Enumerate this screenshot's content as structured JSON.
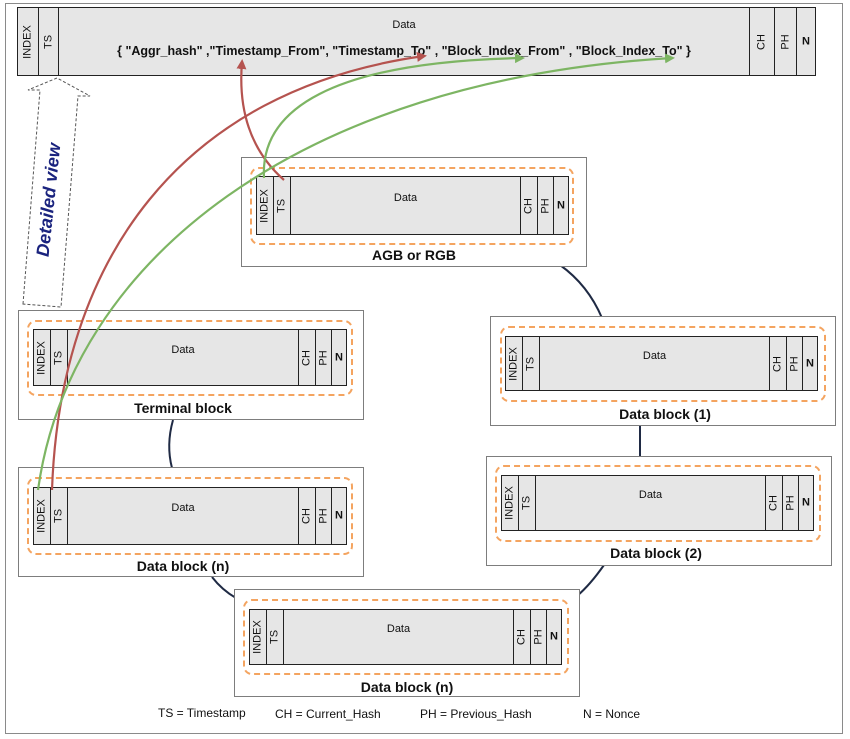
{
  "detailed_record": {
    "index_label": "INDEX",
    "ts_label": "TS",
    "data_label": "Data",
    "fields_text": "{ \"Aggr_hash\"  ,\"Timestamp_From\", \"Timestamp_To\"  , \"Block_Index_From\" , \"Block_Index_To\" }",
    "ch_label": "CH",
    "ph_label": "PH",
    "n_label": "N"
  },
  "detailed_view_label": "Detailed view",
  "blocks": [
    {
      "caption": "AGB or RGB",
      "index": "INDEX",
      "ts": "TS",
      "data": "Data",
      "ch": "CH",
      "ph": "PH",
      "n": "N"
    },
    {
      "caption": "Terminal block",
      "index": "INDEX",
      "ts": "TS",
      "data": "Data",
      "ch": "CH",
      "ph": "PH",
      "n": "N"
    },
    {
      "caption": "Data block (1)",
      "index": "INDEX",
      "ts": "TS",
      "data": "Data",
      "ch": "CH",
      "ph": "PH",
      "n": "N"
    },
    {
      "caption": "Data block (n)",
      "index": "INDEX",
      "ts": "TS",
      "data": "Data",
      "ch": "CH",
      "ph": "PH",
      "n": "N"
    },
    {
      "caption": "Data block (2)",
      "index": "INDEX",
      "ts": "TS",
      "data": "Data",
      "ch": "CH",
      "ph": "PH",
      "n": "N"
    },
    {
      "caption": "Data block (n)",
      "index": "INDEX",
      "ts": "TS",
      "data": "Data",
      "ch": "CH",
      "ph": "PH",
      "n": "N"
    }
  ],
  "legend": {
    "ts": "TS = Timestamp",
    "ch": "CH = Current_Hash",
    "ph": "PH = Previous_Hash",
    "n": "N = Nonce"
  },
  "colors": {
    "red_arrow": "#b5534f",
    "green_arrow": "#7db563",
    "chain_line": "#1f2a44",
    "dashed_border": "#f4a460"
  }
}
